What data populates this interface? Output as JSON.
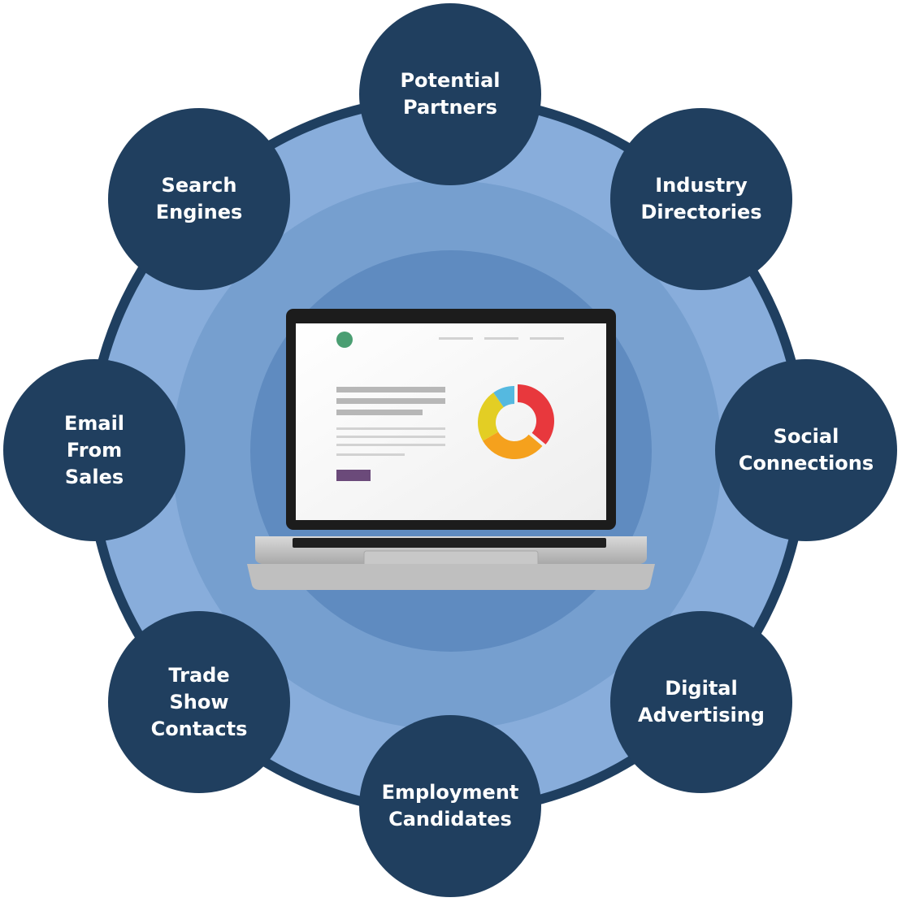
{
  "nodes": [
    {
      "id": "potential-partners",
      "label": "Potential\nPartners"
    },
    {
      "id": "industry-directories",
      "label": "Industry\nDirectories"
    },
    {
      "id": "social-connections",
      "label": "Social\nConnections"
    },
    {
      "id": "digital-advertising",
      "label": "Digital\nAdvertising"
    },
    {
      "id": "employment-candidates",
      "label": "Employment\nCandidates"
    },
    {
      "id": "trade-show-contacts",
      "label": "Trade\nShow\nContacts"
    },
    {
      "id": "email-from-sales",
      "label": "Email\nFrom\nSales"
    },
    {
      "id": "search-engines",
      "label": "Search\nEngines"
    }
  ],
  "colors": {
    "node_fill": "#203f5f",
    "ring_outline": "#1f3f60",
    "ring_light": "#88addb",
    "ring_mid": "#769fcf",
    "ring_inner": "#5f8bc0",
    "donut_red": "#e8383d",
    "donut_orange": "#f5a11d",
    "donut_yellow": "#e3ce24",
    "donut_blue": "#55b9e0",
    "accent_green": "#4a9e72",
    "button_purple": "#6b4a7a"
  }
}
